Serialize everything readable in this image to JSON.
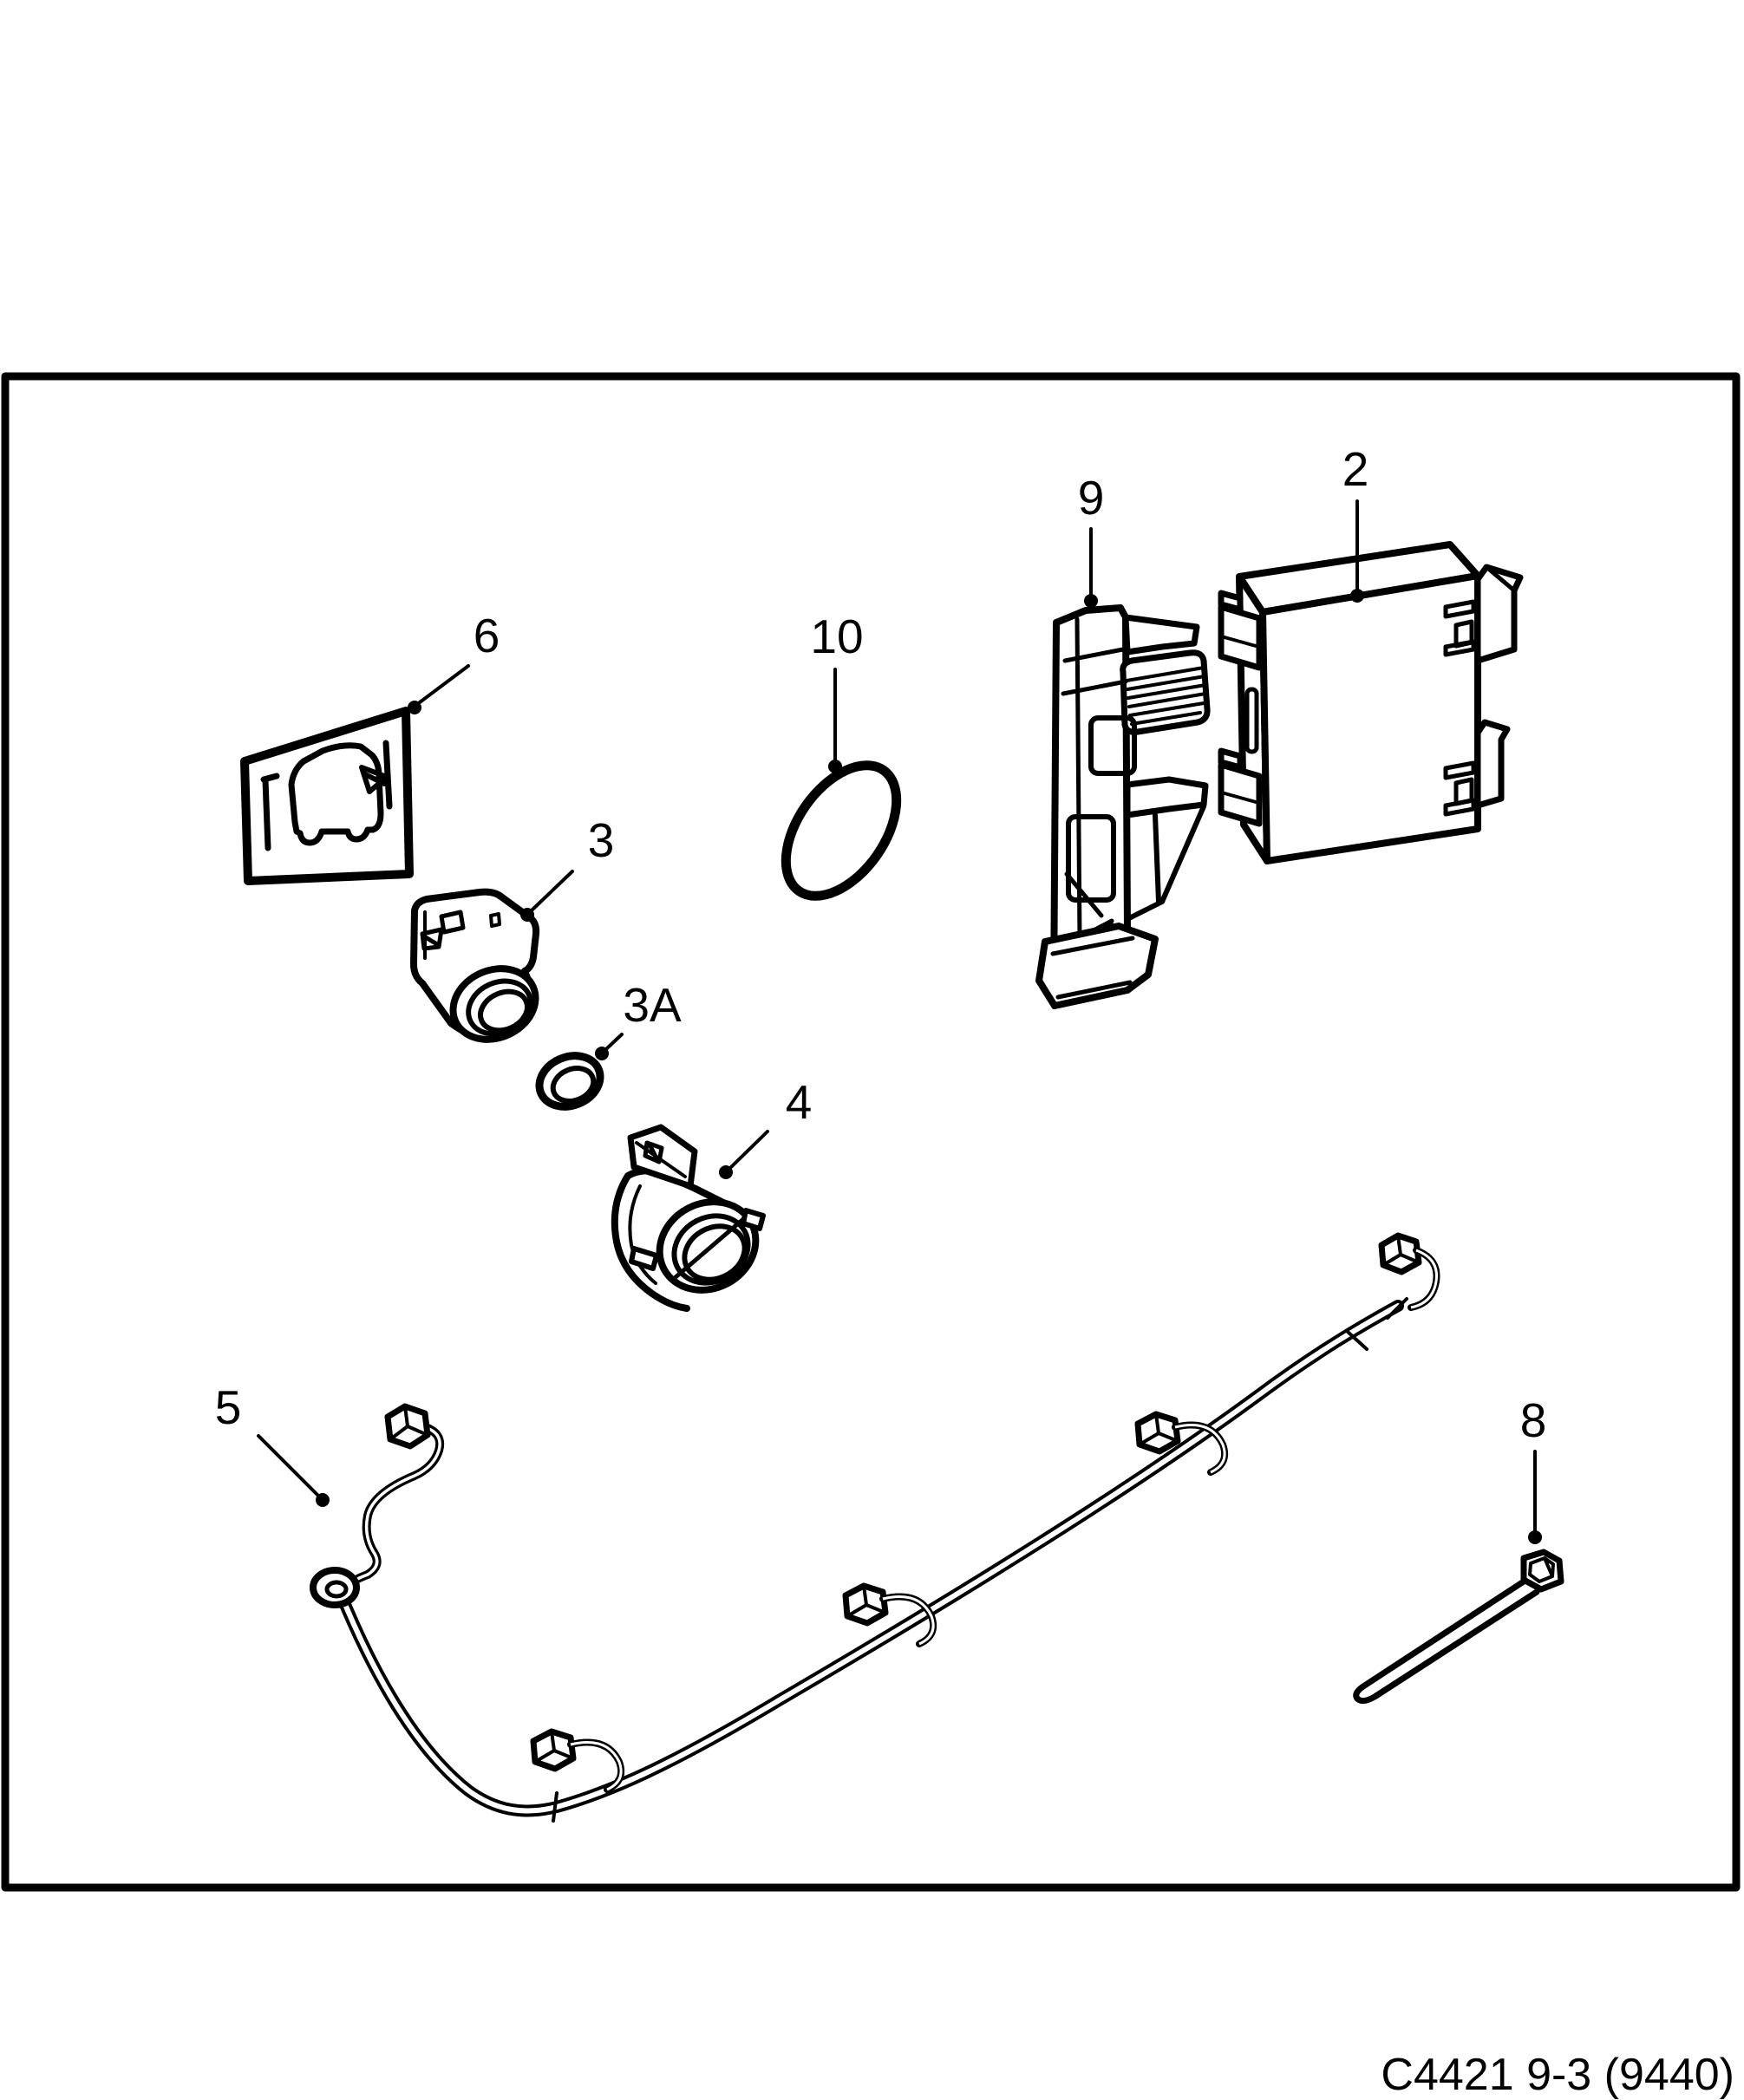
{
  "diagram": {
    "caption": "C4421 9-3 (9440)",
    "ink_color": "#000000",
    "paper_color": "#ffffff",
    "callouts": {
      "c2": "2",
      "c3": "3",
      "c3a": "3A",
      "c4": "4",
      "c5": "5",
      "c6": "6",
      "c8": "8",
      "c9": "9",
      "c10": "10"
    }
  }
}
